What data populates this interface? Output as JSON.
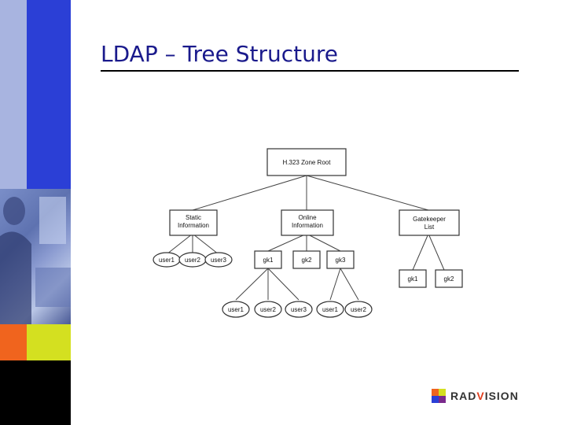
{
  "slide": {
    "title": "LDAP – Tree Structure"
  },
  "diagram": {
    "root": "H.323 Zone Root",
    "static_info": [
      "Static",
      "Information"
    ],
    "online_info": [
      "Online",
      "Information"
    ],
    "gatekeeper_list": [
      "Gatekeeper",
      "List"
    ],
    "static_users": [
      "user1",
      "user2",
      "user3"
    ],
    "online_gks": [
      "gk1",
      "gk2",
      "gk3"
    ],
    "gk1_users": [
      "user1",
      "user2",
      "user3"
    ],
    "gk3_users": [
      "user1",
      "user2"
    ],
    "list_gks": [
      "gk1",
      "gk2"
    ]
  },
  "logo": {
    "text_part1": "RAD",
    "text_part2": "V",
    "text_part3": "ISION"
  },
  "colors": {
    "title": "#1a1a8c",
    "strip_blue": "#2b3fd6",
    "strip_light": "#a8b4e0",
    "strip_orange": "#f0641e",
    "strip_yellow": "#d4e020",
    "strip_black": "#000000"
  }
}
